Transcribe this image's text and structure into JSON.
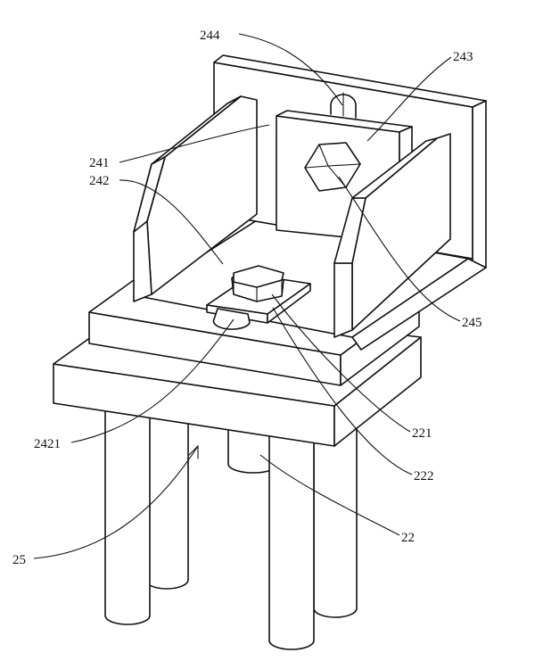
{
  "figure": {
    "labels": {
      "l244": "244",
      "l243": "243",
      "l241": "241",
      "l242": "242",
      "l245": "245",
      "l221": "221",
      "l2421": "2421",
      "l222": "222",
      "l25": "25",
      "l22": "22"
    }
  }
}
